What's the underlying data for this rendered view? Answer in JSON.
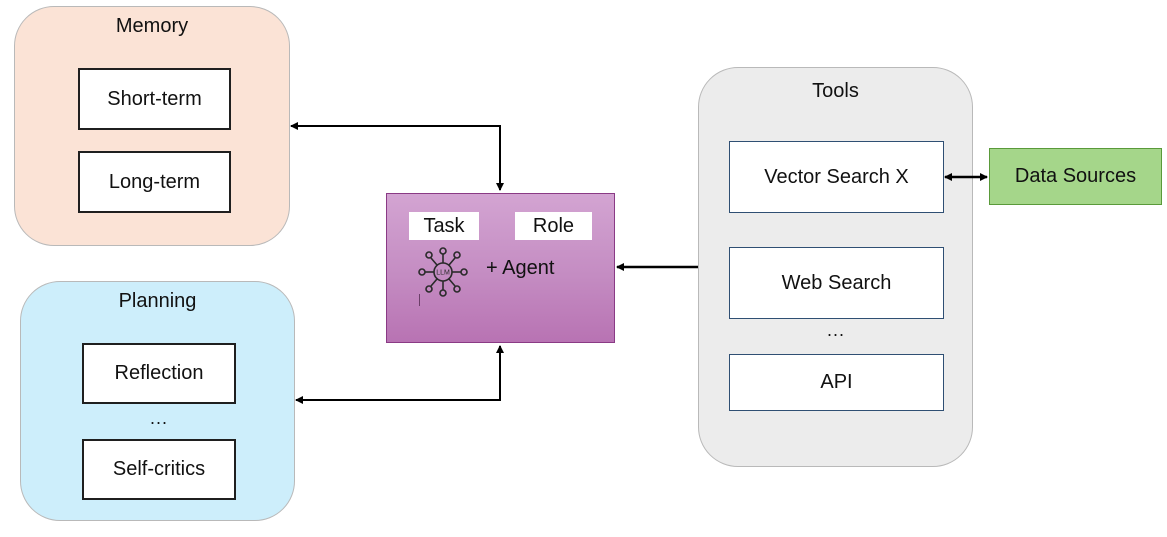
{
  "memory": {
    "title": "Memory",
    "items": [
      "Short-term",
      "Long-term"
    ]
  },
  "planning": {
    "title": "Planning",
    "items": [
      "Reflection",
      "Self-critics"
    ],
    "ellipsis": "..."
  },
  "agent": {
    "task_label": "Task",
    "role_label": "Role",
    "llm_label": "LLM",
    "agent_label": "+ Agent"
  },
  "tools": {
    "title": "Tools",
    "items": [
      "Vector Search X",
      "Web Search",
      "API"
    ],
    "ellipsis": "..."
  },
  "data_sources": {
    "label": "Data Sources"
  },
  "colors": {
    "memory_fill": "#fbe3d6",
    "planning_fill": "#cdeefb",
    "tools_fill": "#ececec",
    "agent_fill": "#c48cc2",
    "data_sources_fill": "#a5d68a"
  }
}
